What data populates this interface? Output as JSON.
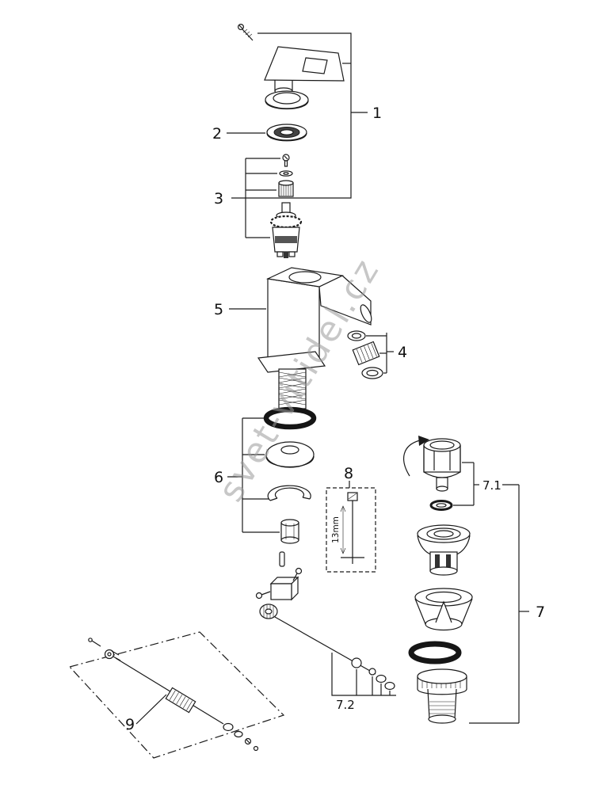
{
  "diagram": {
    "watermark": "svet-vitidel.cz",
    "callouts": {
      "c1": "1",
      "c2": "2",
      "c3": "3",
      "c4": "4",
      "c5": "5",
      "c6": "6",
      "c7": "7",
      "c7_1": "7.1",
      "c7_2": "7.2",
      "c8": "8",
      "c9": "9"
    },
    "annotations": {
      "tool_size": "13mm"
    }
  }
}
